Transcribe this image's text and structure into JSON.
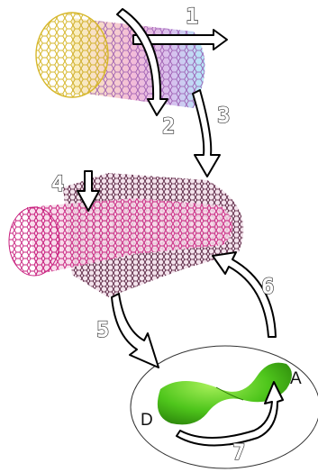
{
  "steps": {
    "s1": "1",
    "s2": "2",
    "s3": "3",
    "s4": "4",
    "s5": "5",
    "s6": "6",
    "s7": "7"
  },
  "mobius": {
    "label_a": "A",
    "label_d": "D"
  },
  "colors": {
    "tube_rainbow_start": "#e6cf3a",
    "tube_rainbow_end": "#6fd0ee",
    "tube_pink": "#c01a7a",
    "tube_dark": "#5b1638",
    "ribbon_green": "#58d21f",
    "arrow_fill": "#ffffff",
    "arrow_stroke": "#000000"
  },
  "icons": [
    "rainbow-nanotube",
    "pink-nanotube-cone",
    "dark-nanotube-cone",
    "green-mobius-strip",
    "curved-arrow"
  ]
}
